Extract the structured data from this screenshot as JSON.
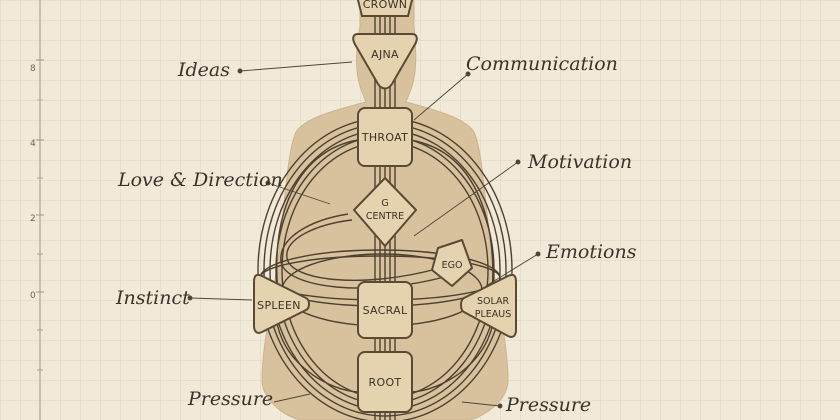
{
  "axis": {
    "ticks": [
      "8",
      "4",
      "2",
      "0"
    ]
  },
  "centers": {
    "crown": "CROWN",
    "ajna": "AJNA",
    "throat": "THROAT",
    "g_line1": "G",
    "g_line2": "CENTRE",
    "ego": "EGO",
    "spleen": "SPLEEN",
    "sacral": "SACRAL",
    "solar_line1": "SOLAR",
    "solar_line2": "PLEAUS",
    "root": "ROOT"
  },
  "annotations": {
    "ideas": "Ideas",
    "communication": "Communication",
    "love_direction": "Love & Direction",
    "motivation": "Motivation",
    "emotions": "Emotions",
    "instinct": "Instinct",
    "pressure_left": "Pressure",
    "pressure_right": "Pressure"
  },
  "colors": {
    "paper": "#f1ead9",
    "grid": "#d9d0bf",
    "silhouette": "#d9c3a1",
    "center_fill": "#e5d3b0",
    "center_stroke": "#5a4a34",
    "channel": "#4e4030",
    "ink": "#3a332a"
  }
}
